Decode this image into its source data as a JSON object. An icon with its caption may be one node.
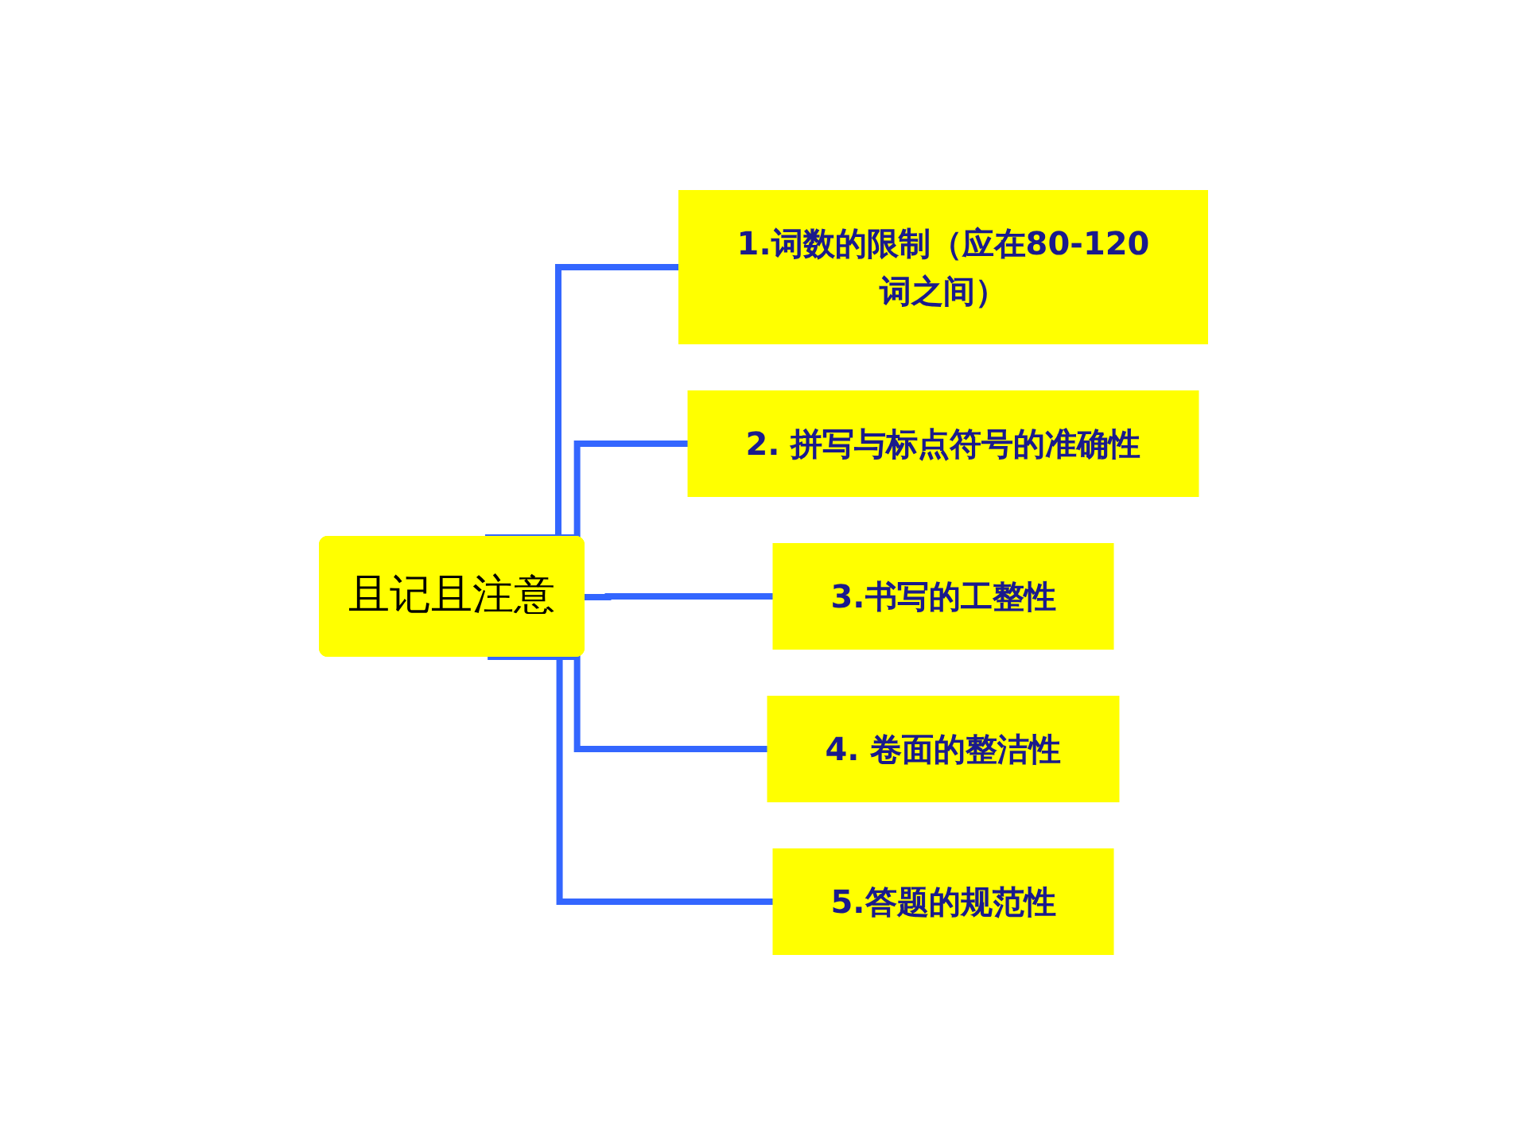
{
  "diagram": {
    "nodes": [
      {
        "text": [
          "且记且注意"
        ]
      },
      {
        "text": [
          "1.词数的限制（应在80-120词之间）"
        ]
      },
      {
        "text": [
          "2. 拼写与标点符号的准确性"
        ]
      },
      {
        "text": [
          "3.书写的工整性"
        ]
      },
      {
        "text": [
          "4. 卷面的整洁性"
        ]
      },
      {
        "text": [
          "5.答题的规范性"
        ]
      }
    ],
    "edges": [
      {
        "from": 0,
        "to": 1,
        "arrow": "none"
      },
      {
        "from": 0,
        "to": 2,
        "arrow": "none"
      },
      {
        "from": 0,
        "to": 3,
        "arrow": "none"
      },
      {
        "from": 0,
        "to": 4,
        "arrow": "none"
      },
      {
        "from": 0,
        "to": 5,
        "arrow": "none"
      }
    ]
  }
}
